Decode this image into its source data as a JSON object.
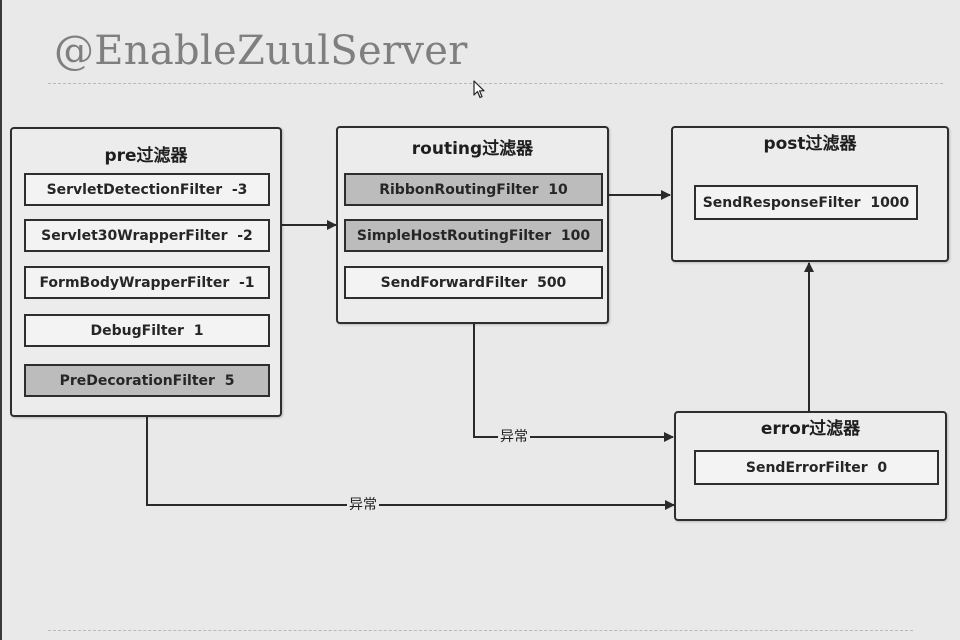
{
  "title": "@EnableZuulServer",
  "groups": {
    "pre": {
      "title": "pre过滤器",
      "filters": [
        {
          "name": "ServletDetectionFilter",
          "order": "-3",
          "highlight": false
        },
        {
          "name": "Servlet30WrapperFilter",
          "order": "-2",
          "highlight": false
        },
        {
          "name": "FormBodyWrapperFilter",
          "order": "-1",
          "highlight": false
        },
        {
          "name": "DebugFilter",
          "order": "1",
          "highlight": false
        },
        {
          "name": "PreDecorationFilter",
          "order": "5",
          "highlight": true
        }
      ]
    },
    "routing": {
      "title": "routing过滤器",
      "filters": [
        {
          "name": "RibbonRoutingFilter",
          "order": "10",
          "highlight": true
        },
        {
          "name": "SimpleHostRoutingFilter",
          "order": "100",
          "highlight": true
        },
        {
          "name": "SendForwardFilter",
          "order": "500",
          "highlight": false
        }
      ]
    },
    "post": {
      "title": "post过滤器",
      "filters": [
        {
          "name": "SendResponseFilter",
          "order": "1000",
          "highlight": false
        }
      ]
    },
    "error": {
      "title": "error过滤器",
      "filters": [
        {
          "name": "SendErrorFilter",
          "order": "0",
          "highlight": false
        }
      ]
    }
  },
  "edges": {
    "routing_error_label": "异常",
    "pre_error_label": "异常"
  }
}
